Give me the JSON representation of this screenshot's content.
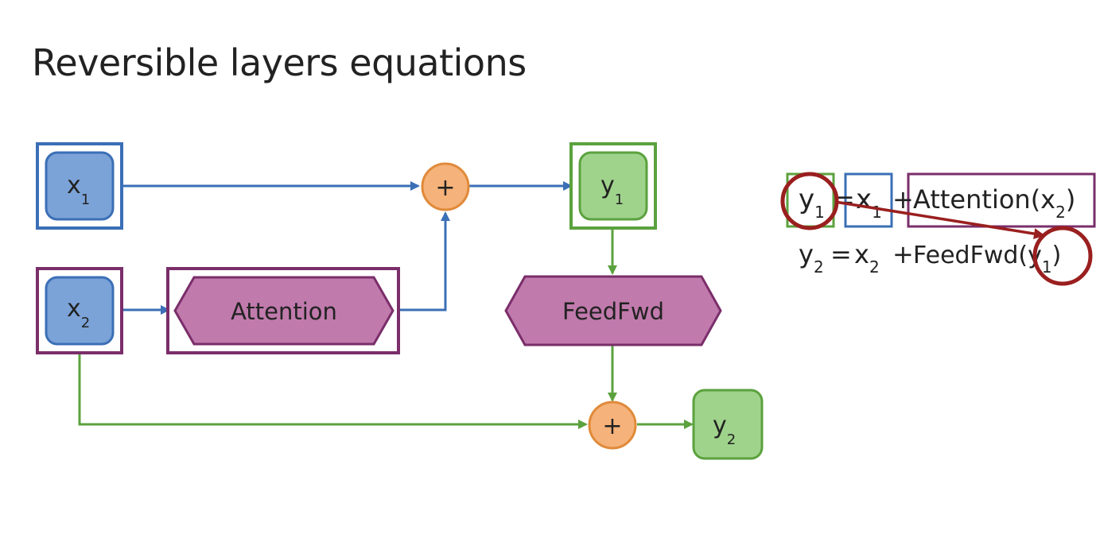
{
  "title": "Reversible layers equations",
  "colors": {
    "blue_fill": "#7BA3D8",
    "blue_stroke": "#3B6FB6",
    "purple_fill": "#C07AAC",
    "purple_stroke": "#7A2E6A",
    "green_fill": "#9FD38C",
    "green_stroke": "#5BA23E",
    "orange_fill": "#F5B27A",
    "orange_stroke": "#E08A3A",
    "red_circle": "#9A1F1F",
    "text": "#222222"
  },
  "nodes": {
    "x1": {
      "base": "x",
      "sub": "1"
    },
    "x2": {
      "base": "x",
      "sub": "2"
    },
    "y1": {
      "base": "y",
      "sub": "1"
    },
    "y2": {
      "base": "y",
      "sub": "2"
    },
    "attention": "Attention",
    "feedfwd": "FeedFwd",
    "plus_top": "+",
    "plus_bottom": "+"
  },
  "equations": {
    "eq1": {
      "lhs_base": "y",
      "lhs_sub": "1",
      "eq_sign": "=",
      "x_base": "x",
      "x_sub": "1",
      "plus": "+",
      "func": "Attention(x",
      "func_sub": "2",
      "func_close": ")"
    },
    "eq2": {
      "lhs_base": "y",
      "lhs_sub": "2",
      "eq_sign": "=",
      "x_base": "x",
      "x_sub": "2",
      "plus": "+",
      "func": "FeedFwd(y",
      "func_sub": "1",
      "func_close": ")"
    }
  }
}
